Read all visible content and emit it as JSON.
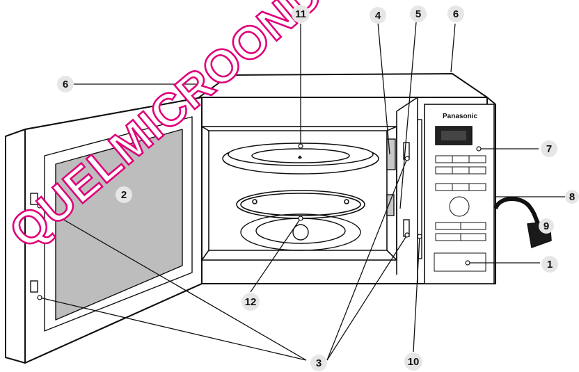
{
  "brand": "Panasonic",
  "watermark": "QUELMICROONDE",
  "callouts": [
    {
      "id": "c1",
      "label": "1"
    },
    {
      "id": "c2",
      "label": "2"
    },
    {
      "id": "c3",
      "label": "3"
    },
    {
      "id": "c4",
      "label": "4"
    },
    {
      "id": "c5",
      "label": "5"
    },
    {
      "id": "c6a",
      "label": "6"
    },
    {
      "id": "c6b",
      "label": "6"
    },
    {
      "id": "c7",
      "label": "7"
    },
    {
      "id": "c8",
      "label": "8"
    },
    {
      "id": "c9",
      "label": "9"
    },
    {
      "id": "c10",
      "label": "10"
    },
    {
      "id": "c11",
      "label": "11"
    },
    {
      "id": "c12",
      "label": "12"
    }
  ],
  "colors": {
    "outline": "#111111",
    "glass": "#bdbdbd",
    "badge": "#e6e6e6",
    "watermark": "#e0007a"
  }
}
